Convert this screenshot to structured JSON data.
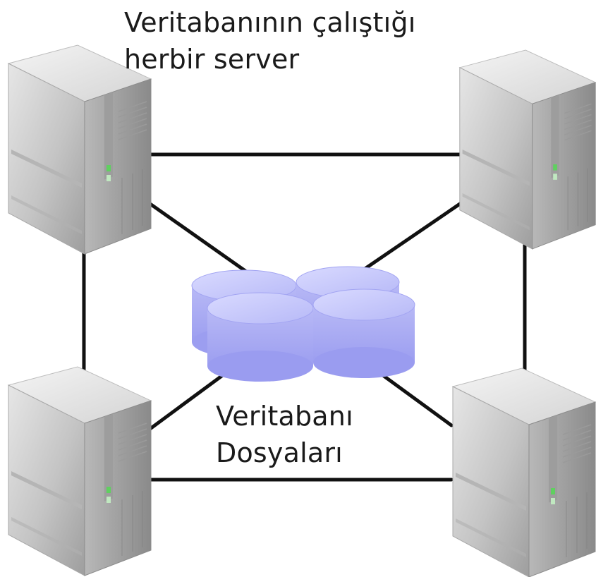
{
  "servers_label": {
    "line1": "Veritabanının çalıştığı",
    "line2": "herbir server"
  },
  "database_label": {
    "line1": "Veritabanı",
    "line2": "Dosyaları"
  },
  "nodes": {
    "servers": [
      "server-top-left",
      "server-top-right",
      "server-bottom-left",
      "server-bottom-right"
    ],
    "database": "database-files"
  },
  "edges": [
    [
      "server-top-left",
      "server-top-right"
    ],
    [
      "server-top-left",
      "server-bottom-left"
    ],
    [
      "server-top-right",
      "server-bottom-right"
    ],
    [
      "server-bottom-left",
      "server-bottom-right"
    ],
    [
      "server-top-left",
      "database-files"
    ],
    [
      "server-top-right",
      "database-files"
    ],
    [
      "server-bottom-left",
      "database-files"
    ],
    [
      "server-bottom-right",
      "database-files"
    ]
  ],
  "colors": {
    "line": "#111111",
    "server_front": "#c9c9c9",
    "server_side": "#a9a9a9",
    "server_top": "#e9e9e9",
    "server_led": "#5fd05f",
    "disk_body": "#a9abf3",
    "disk_top": "#c7c8fb"
  }
}
